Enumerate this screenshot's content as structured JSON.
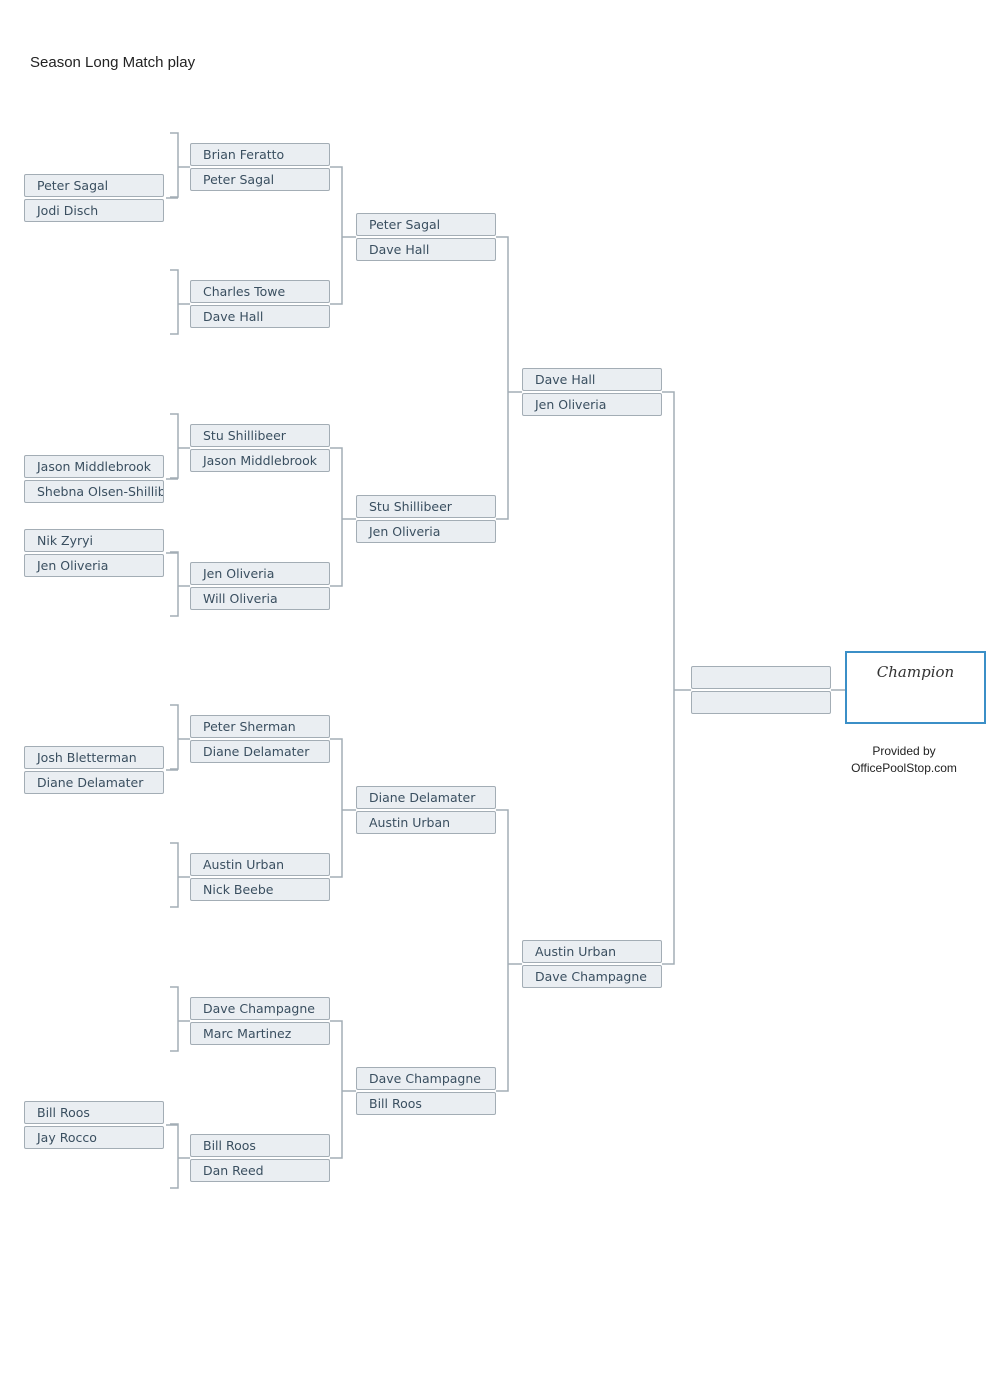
{
  "title": "Season Long Match play",
  "champion_label": "Champion",
  "credit": {
    "line1": "Provided by",
    "line2": "OfficePoolStop.com"
  },
  "colors": {
    "line": "#a3adb5",
    "slot_fill": "#eaeef2",
    "slot_text": "#3a4f60",
    "champion_border": "#3b8fc7"
  },
  "rounds": {
    "play_in": [
      [
        "Peter Sagal",
        "Jodi Disch"
      ],
      [
        "Jason Middlebrook",
        "Shebna Olsen-Shillibeer"
      ],
      [
        "Nik Zyryi",
        "Jen Oliveria"
      ],
      [
        "Josh Bletterman",
        "Diane Delamater"
      ],
      [
        "Bill Roos",
        "Jay Rocco"
      ]
    ],
    "round1": [
      [
        "Brian Feratto",
        "Peter Sagal"
      ],
      [
        "Charles Towe",
        "Dave Hall"
      ],
      [
        "Stu Shillibeer",
        "Jason Middlebrook"
      ],
      [
        "Jen Oliveria",
        "Will Oliveria"
      ],
      [
        "Peter Sherman",
        "Diane Delamater"
      ],
      [
        "Austin Urban",
        "Nick Beebe"
      ],
      [
        "Dave Champagne",
        "Marc Martinez"
      ],
      [
        "Bill Roos",
        "Dan Reed"
      ]
    ],
    "quarterfinals": [
      [
        "Peter Sagal",
        "Dave Hall"
      ],
      [
        "Stu Shillibeer",
        "Jen Oliveria"
      ],
      [
        "Diane Delamater",
        "Austin Urban"
      ],
      [
        "Dave Champagne",
        "Bill Roos"
      ]
    ],
    "semifinals": [
      [
        "Dave Hall",
        "Jen Oliveria"
      ],
      [
        "Austin Urban",
        "Dave Champagne"
      ]
    ],
    "final": [
      [
        "",
        ""
      ]
    ]
  }
}
